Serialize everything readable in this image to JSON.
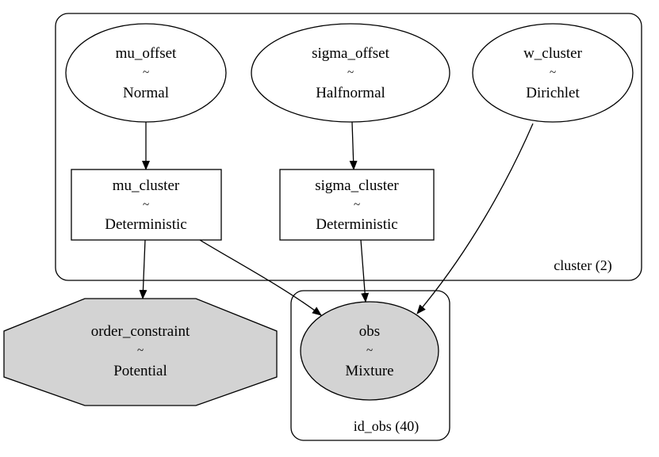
{
  "plates": {
    "cluster": {
      "label": "cluster (2)"
    },
    "id_obs": {
      "label": "id_obs (40)"
    }
  },
  "nodes": {
    "mu_offset": {
      "name": "mu_offset",
      "sep": "~",
      "dist": "Normal"
    },
    "sigma_offset": {
      "name": "sigma_offset",
      "sep": "~",
      "dist": "Halfnormal"
    },
    "w_cluster": {
      "name": "w_cluster",
      "sep": "~",
      "dist": "Dirichlet"
    },
    "mu_cluster": {
      "name": "mu_cluster",
      "sep": "~",
      "dist": "Deterministic"
    },
    "sigma_cluster": {
      "name": "sigma_cluster",
      "sep": "~",
      "dist": "Deterministic"
    },
    "order_constraint": {
      "name": "order_constraint",
      "sep": "~",
      "dist": "Potential"
    },
    "obs": {
      "name": "obs",
      "sep": "~",
      "dist": "Mixture"
    }
  },
  "edges": [
    {
      "from": "mu_offset",
      "to": "mu_cluster"
    },
    {
      "from": "sigma_offset",
      "to": "sigma_cluster"
    },
    {
      "from": "mu_cluster",
      "to": "order_constraint"
    },
    {
      "from": "mu_cluster",
      "to": "obs"
    },
    {
      "from": "sigma_cluster",
      "to": "obs"
    },
    {
      "from": "w_cluster",
      "to": "obs"
    }
  ],
  "colors": {
    "observed_fill": "#d3d3d3",
    "free_fill": "#ffffff",
    "stroke": "#000000"
  }
}
